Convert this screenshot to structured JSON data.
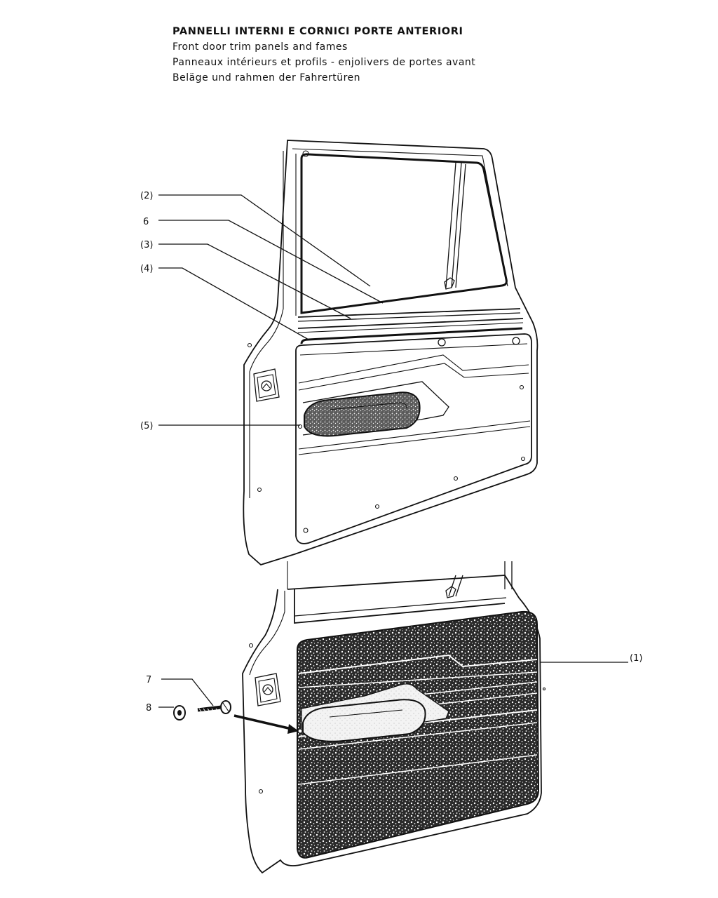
{
  "header": {
    "title_it": "PANNELLI INTERNI E CORNICI PORTE ANTERIORI",
    "title_en": "Front door trim panels and fames",
    "title_fr": "Panneaux intérieurs et profils - enjolivers de portes avant",
    "title_de": "Beläge und rahmen der Fahrertüren"
  },
  "callouts": {
    "c2": "(2)",
    "c6": "6",
    "c3": "(3)",
    "c4": "(4)",
    "c5": "(5)",
    "c1": "(1)",
    "c7": "7",
    "c8": "8"
  }
}
